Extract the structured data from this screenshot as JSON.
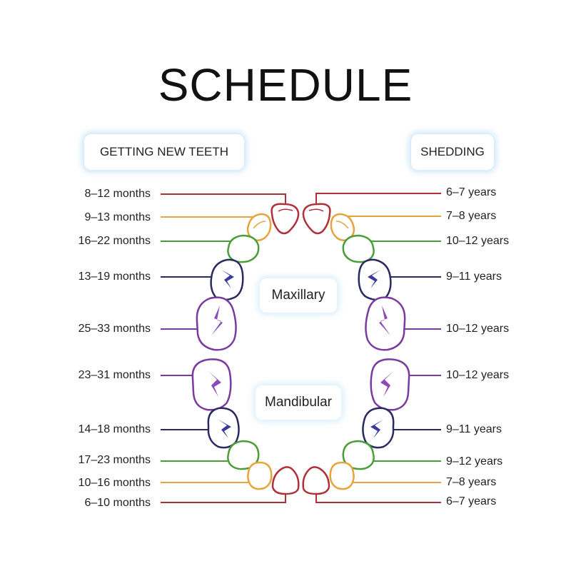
{
  "title": "SCHEDULE",
  "headers": {
    "getting": "GETTING NEW TEETH",
    "shedding": "SHEDDING"
  },
  "jaws": {
    "maxillary": "Maxillary",
    "mandibular": "Mandibular"
  },
  "colors": {
    "central_incisor": "#b0303a",
    "lateral_incisor": "#e6a43c",
    "canine": "#4a9e3a",
    "first_molar": "#2a2a62",
    "second_molar": "#7a3aa0"
  },
  "upper_teeth": [
    {
      "tooth": "central incisor",
      "erupts": "8–12 months",
      "sheds": "6–7 years"
    },
    {
      "tooth": "lateral incisor",
      "erupts": "9–13 months",
      "sheds": "7–8 years"
    },
    {
      "tooth": "canine",
      "erupts": "16–22 months",
      "sheds": "10–12 years"
    },
    {
      "tooth": "first molar",
      "erupts": "13–19 months",
      "sheds": "9–11 years"
    },
    {
      "tooth": "second molar",
      "erupts": "25–33 months",
      "sheds": "10–12 years"
    }
  ],
  "lower_teeth": [
    {
      "tooth": "second molar",
      "erupts": "23–31 months",
      "sheds": "10–12 years"
    },
    {
      "tooth": "first molar",
      "erupts": "14–18 months",
      "sheds": "9–11 years"
    },
    {
      "tooth": "canine",
      "erupts": "17–23 months",
      "sheds": "9–12 years"
    },
    {
      "tooth": "lateral incisor",
      "erupts": "10–16 months",
      "sheds": "7–8 years"
    },
    {
      "tooth": "central incisor",
      "erupts": "6–10 months",
      "sheds": "6–7 years"
    }
  ]
}
